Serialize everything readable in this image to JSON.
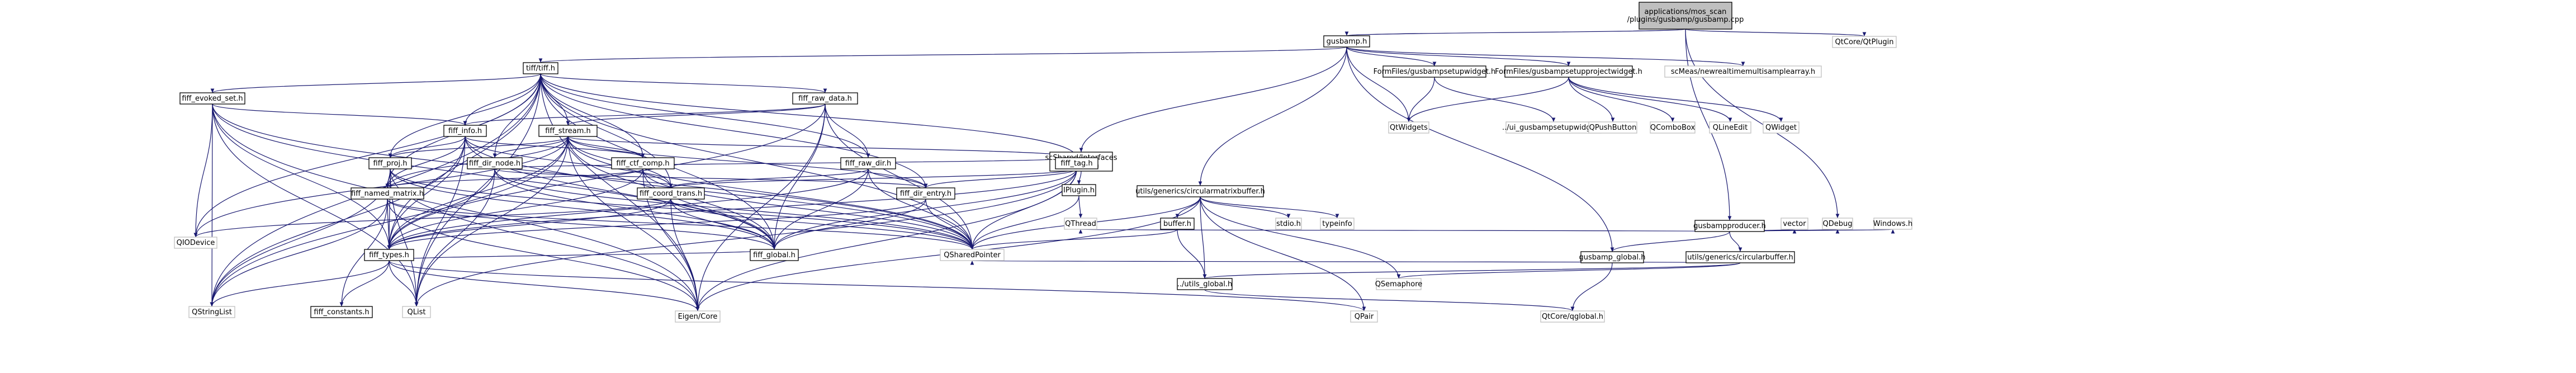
{
  "diagram": {
    "kind": "include-dependency-graph",
    "colors": {
      "edge": "#191970",
      "border_normal": "#000000",
      "border_truncated": "#ff0000",
      "border_missing": "#bfbfbf",
      "root_fill": "#bfbfbf",
      "node_fill": "#ffffff"
    },
    "nodes": [
      {
        "id": "root",
        "lines": [
          "applications/mos_scan",
          "/plugins/gusbamp/gusbamp.cpp"
        ],
        "style": "root"
      },
      {
        "id": "gusbamp_h",
        "lines": [
          "gusbamp.h"
        ],
        "style": "normal"
      },
      {
        "id": "qtcore_qtplugin",
        "lines": [
          "QtCore/QtPlugin"
        ],
        "style": "missing"
      },
      {
        "id": "tiff_h",
        "lines": [
          "tiff/tiff.h"
        ],
        "style": "normal"
      },
      {
        "id": "fp_setup",
        "lines": [
          "FormFiles/gusbampsetupwidget.h"
        ],
        "style": "normal"
      },
      {
        "id": "fp_proj",
        "lines": [
          "FormFiles/gusbampsetupprojectwidget.h"
        ],
        "style": "normal"
      },
      {
        "id": "scmeas",
        "lines": [
          "scMeas/newrealtimemultisamplearray.h"
        ],
        "style": "missing"
      },
      {
        "id": "qtwidgets",
        "lines": [
          "QtWidgets"
        ],
        "style": "missing"
      },
      {
        "id": "ui_setup",
        "lines": [
          "../ui_gusbampsetupwidget.h"
        ],
        "style": "missing"
      },
      {
        "id": "qpushbutton",
        "lines": [
          "QPushButton"
        ],
        "style": "missing"
      },
      {
        "id": "qcombobox",
        "lines": [
          "QComboBox"
        ],
        "style": "missing"
      },
      {
        "id": "qlineedit",
        "lines": [
          "QLineEdit"
        ],
        "style": "missing"
      },
      {
        "id": "qwidget",
        "lines": [
          "QWidget"
        ],
        "style": "missing"
      },
      {
        "id": "evoked",
        "lines": [
          "fiff_evoked_set.h"
        ],
        "style": "red"
      },
      {
        "id": "raw_data",
        "lines": [
          "fiff_raw_data.h"
        ],
        "style": "red"
      },
      {
        "id": "scshared",
        "lines": [
          "scShared/Interfaces",
          "/ISensor.h"
        ],
        "style": "normal"
      },
      {
        "id": "iplugin",
        "lines": [
          "IPlugin.h"
        ],
        "style": "red"
      },
      {
        "id": "qthread",
        "lines": [
          "QThread"
        ],
        "style": "missing"
      },
      {
        "id": "circbuf_h",
        "lines": [
          "utils/generics/circularmatrixbuffer.h"
        ],
        "style": "normal"
      },
      {
        "id": "producer",
        "lines": [
          "gusbampproducer.h"
        ],
        "style": "normal"
      },
      {
        "id": "fiff_info",
        "lines": [
          "fiff_info.h"
        ],
        "style": "red"
      },
      {
        "id": "stream",
        "lines": [
          "fiff_stream.h"
        ],
        "style": "red"
      },
      {
        "id": "ctf_comp",
        "lines": [
          "fiff_ctf_comp.h"
        ],
        "style": "normal"
      },
      {
        "id": "raw_dir",
        "lines": [
          "fiff_raw_dir.h"
        ],
        "style": "normal"
      },
      {
        "id": "tag",
        "lines": [
          "fiff_tag.h"
        ],
        "style": "red"
      },
      {
        "id": "proj",
        "lines": [
          "fiff_proj.h"
        ],
        "style": "red"
      },
      {
        "id": "dir_node",
        "lines": [
          "fiff_dir_node.h"
        ],
        "style": "red"
      },
      {
        "id": "named_matrix",
        "lines": [
          "fiff_named_matrix.h"
        ],
        "style": "red"
      },
      {
        "id": "coord",
        "lines": [
          "fiff_coord_trans.h"
        ],
        "style": "normal"
      },
      {
        "id": "dir_entry",
        "lines": [
          "fiff_dir_entry.h"
        ],
        "style": "normal"
      },
      {
        "id": "buffer",
        "lines": [
          "buffer.h"
        ],
        "style": "normal"
      },
      {
        "id": "stdio",
        "lines": [
          "stdio.h"
        ],
        "style": "missing"
      },
      {
        "id": "typeinfo",
        "lines": [
          "typeinfo"
        ],
        "style": "missing"
      },
      {
        "id": "vector",
        "lines": [
          "vector"
        ],
        "style": "missing"
      },
      {
        "id": "qdebug",
        "lines": [
          "QDebug"
        ],
        "style": "missing"
      },
      {
        "id": "windows",
        "lines": [
          "Windows.h"
        ],
        "style": "missing"
      },
      {
        "id": "circbuffer",
        "lines": [
          "utils/generics/circularbuffer.h"
        ],
        "style": "normal"
      },
      {
        "id": "gusbamp_global",
        "lines": [
          "gusbamp_global.h"
        ],
        "style": "normal"
      },
      {
        "id": "qiodevice",
        "lines": [
          "QIODevice"
        ],
        "style": "missing"
      },
      {
        "id": "fiff_types",
        "lines": [
          "fiff_types.h"
        ],
        "style": "red"
      },
      {
        "id": "fiff_global",
        "lines": [
          "fiff_global.h"
        ],
        "style": "normal"
      },
      {
        "id": "qsharedpointer",
        "lines": [
          "QSharedPointer"
        ],
        "style": "missing"
      },
      {
        "id": "utils_global",
        "lines": [
          "../utils_global.h"
        ],
        "style": "normal"
      },
      {
        "id": "qsemaphore",
        "lines": [
          "QSemaphore"
        ],
        "style": "missing"
      },
      {
        "id": "qstringlist",
        "lines": [
          "QStringList"
        ],
        "style": "missing"
      },
      {
        "id": "constants",
        "lines": [
          "fiff_constants.h"
        ],
        "style": "normal"
      },
      {
        "id": "qlist",
        "lines": [
          "QList"
        ],
        "style": "missing"
      },
      {
        "id": "eigen",
        "lines": [
          "Eigen/Core"
        ],
        "style": "missing"
      },
      {
        "id": "qpair",
        "lines": [
          "QPair"
        ],
        "style": "missing"
      },
      {
        "id": "qtcoreglobal",
        "lines": [
          "QtCore/qglobal.h"
        ],
        "style": "missing"
      }
    ],
    "edges": [
      [
        "root",
        "gusbamp_h"
      ],
      [
        "root",
        "qtcore_qtplugin"
      ],
      [
        "root",
        "producer"
      ],
      [
        "root",
        "qdebug"
      ],
      [
        "gusbamp_h",
        "tiff_h"
      ],
      [
        "gusbamp_h",
        "fp_setup"
      ],
      [
        "gusbamp_h",
        "fp_proj"
      ],
      [
        "gusbamp_h",
        "scmeas"
      ],
      [
        "gusbamp_h",
        "qtwidgets"
      ],
      [
        "gusbamp_h",
        "scshared"
      ],
      [
        "gusbamp_h",
        "circbuf_h"
      ],
      [
        "gusbamp_h",
        "gusbamp_global"
      ],
      [
        "fp_setup",
        "qtwidgets"
      ],
      [
        "fp_setup",
        "ui_setup"
      ],
      [
        "fp_proj",
        "qtwidgets"
      ],
      [
        "fp_proj",
        "qpushbutton"
      ],
      [
        "fp_proj",
        "qcombobox"
      ],
      [
        "fp_proj",
        "qlineedit"
      ],
      [
        "fp_proj",
        "qwidget"
      ],
      [
        "tiff_h",
        "evoked"
      ],
      [
        "tiff_h",
        "raw_data"
      ],
      [
        "tiff_h",
        "fiff_info"
      ],
      [
        "tiff_h",
        "stream"
      ],
      [
        "tiff_h",
        "ctf_comp"
      ],
      [
        "tiff_h",
        "raw_dir"
      ],
      [
        "tiff_h",
        "tag"
      ],
      [
        "tiff_h",
        "proj"
      ],
      [
        "tiff_h",
        "dir_node"
      ],
      [
        "tiff_h",
        "named_matrix"
      ],
      [
        "tiff_h",
        "coord"
      ],
      [
        "tiff_h",
        "dir_entry"
      ],
      [
        "tiff_h",
        "fiff_types"
      ],
      [
        "tiff_h",
        "fiff_global"
      ],
      [
        "tiff_h",
        "qsharedpointer"
      ],
      [
        "tiff_h",
        "qiodevice"
      ],
      [
        "tiff_h",
        "qstringlist"
      ],
      [
        "tiff_h",
        "qlist"
      ],
      [
        "tiff_h",
        "eigen"
      ],
      [
        "evoked",
        "fiff_info"
      ],
      [
        "evoked",
        "fiff_types"
      ],
      [
        "evoked",
        "fiff_global"
      ],
      [
        "evoked",
        "qiodevice"
      ],
      [
        "evoked",
        "qstringlist"
      ],
      [
        "evoked",
        "qsharedpointer"
      ],
      [
        "evoked",
        "eigen"
      ],
      [
        "evoked",
        "qlist"
      ],
      [
        "raw_data",
        "fiff_info"
      ],
      [
        "raw_data",
        "stream"
      ],
      [
        "raw_data",
        "raw_dir"
      ],
      [
        "raw_data",
        "fiff_types"
      ],
      [
        "raw_data",
        "fiff_global"
      ],
      [
        "raw_data",
        "qsharedpointer"
      ],
      [
        "raw_data",
        "eigen"
      ],
      [
        "fiff_info",
        "proj"
      ],
      [
        "fiff_info",
        "ctf_comp"
      ],
      [
        "fiff_info",
        "coord"
      ],
      [
        "fiff_info",
        "fiff_types"
      ],
      [
        "fiff_info",
        "fiff_global"
      ],
      [
        "fiff_info",
        "qsharedpointer"
      ],
      [
        "fiff_info",
        "qstringlist"
      ],
      [
        "fiff_info",
        "qlist"
      ],
      [
        "fiff_info",
        "named_matrix"
      ],
      [
        "stream",
        "dir_node"
      ],
      [
        "stream",
        "dir_entry"
      ],
      [
        "stream",
        "tag"
      ],
      [
        "stream",
        "fiff_types"
      ],
      [
        "stream",
        "fiff_global"
      ],
      [
        "stream",
        "qiodevice"
      ],
      [
        "stream",
        "qsharedpointer"
      ],
      [
        "stream",
        "qlist"
      ],
      [
        "stream",
        "qstringlist"
      ],
      [
        "stream",
        "eigen"
      ],
      [
        "stream",
        "coord"
      ],
      [
        "stream",
        "named_matrix"
      ],
      [
        "stream",
        "proj"
      ],
      [
        "stream",
        "ctf_comp"
      ],
      [
        "ctf_comp",
        "named_matrix"
      ],
      [
        "ctf_comp",
        "fiff_types"
      ],
      [
        "ctf_comp",
        "fiff_global"
      ],
      [
        "ctf_comp",
        "qsharedpointer"
      ],
      [
        "ctf_comp",
        "eigen"
      ],
      [
        "raw_dir",
        "dir_entry"
      ],
      [
        "raw_dir",
        "fiff_types"
      ],
      [
        "raw_dir",
        "fiff_global"
      ],
      [
        "raw_dir",
        "qsharedpointer"
      ],
      [
        "raw_dir",
        "coord"
      ],
      [
        "tag",
        "coord"
      ],
      [
        "tag",
        "dir_entry"
      ],
      [
        "tag",
        "fiff_types"
      ],
      [
        "tag",
        "fiff_global"
      ],
      [
        "tag",
        "qsharedpointer"
      ],
      [
        "tag",
        "qlist"
      ],
      [
        "tag",
        "eigen"
      ],
      [
        "tag",
        "tag"
      ],
      [
        "proj",
        "named_matrix"
      ],
      [
        "proj",
        "fiff_types"
      ],
      [
        "proj",
        "fiff_global"
      ],
      [
        "proj",
        "qstringlist"
      ],
      [
        "proj",
        "qsharedpointer"
      ],
      [
        "proj",
        "qlist"
      ],
      [
        "proj",
        "eigen"
      ],
      [
        "dir_node",
        "dir_entry"
      ],
      [
        "dir_node",
        "fiff_types"
      ],
      [
        "dir_node",
        "fiff_global"
      ],
      [
        "dir_node",
        "qsharedpointer"
      ],
      [
        "dir_node",
        "qlist"
      ],
      [
        "dir_node",
        "tag"
      ],
      [
        "named_matrix",
        "fiff_types"
      ],
      [
        "named_matrix",
        "fiff_global"
      ],
      [
        "named_matrix",
        "qsharedpointer"
      ],
      [
        "named_matrix",
        "eigen"
      ],
      [
        "named_matrix",
        "qstringlist"
      ],
      [
        "named_matrix",
        "constants"
      ],
      [
        "coord",
        "fiff_types"
      ],
      [
        "coord",
        "fiff_global"
      ],
      [
        "coord",
        "qsharedpointer"
      ],
      [
        "coord",
        "eigen"
      ],
      [
        "coord",
        "qiodevice"
      ],
      [
        "dir_entry",
        "fiff_types"
      ],
      [
        "dir_entry",
        "fiff_global"
      ],
      [
        "dir_entry",
        "qsharedpointer"
      ],
      [
        "fiff_types",
        "constants"
      ],
      [
        "fiff_types",
        "qlist"
      ],
      [
        "fiff_types",
        "eigen"
      ],
      [
        "fiff_types",
        "qpair"
      ],
      [
        "fiff_types",
        "qstringlist"
      ],
      [
        "fiff_types",
        "fiff_global"
      ],
      [
        "scshared",
        "iplugin"
      ],
      [
        "iplugin",
        "qthread"
      ],
      [
        "iplugin",
        "qsharedpointer"
      ],
      [
        "circbuf_h",
        "buffer"
      ],
      [
        "circbuf_h",
        "stdio"
      ],
      [
        "circbuf_h",
        "typeinfo"
      ],
      [
        "circbuf_h",
        "utils_global"
      ],
      [
        "circbuf_h",
        "qsemaphore"
      ],
      [
        "circbuf_h",
        "qsharedpointer"
      ],
      [
        "circbuf_h",
        "qpair"
      ],
      [
        "circbuf_h",
        "eigen"
      ],
      [
        "buffer",
        "utils_global"
      ],
      [
        "buffer",
        "qsharedpointer"
      ],
      [
        "producer",
        "qthread"
      ],
      [
        "producer",
        "vector"
      ],
      [
        "producer",
        "qdebug"
      ],
      [
        "producer",
        "windows"
      ],
      [
        "producer",
        "circbuffer"
      ],
      [
        "producer",
        "gusbamp_global"
      ],
      [
        "circbuffer",
        "utils_global"
      ],
      [
        "circbuffer",
        "qsemaphore"
      ],
      [
        "circbuffer",
        "qsharedpointer"
      ],
      [
        "utils_global",
        "qtcoreglobal"
      ],
      [
        "gusbamp_global",
        "qtcoreglobal"
      ]
    ]
  }
}
